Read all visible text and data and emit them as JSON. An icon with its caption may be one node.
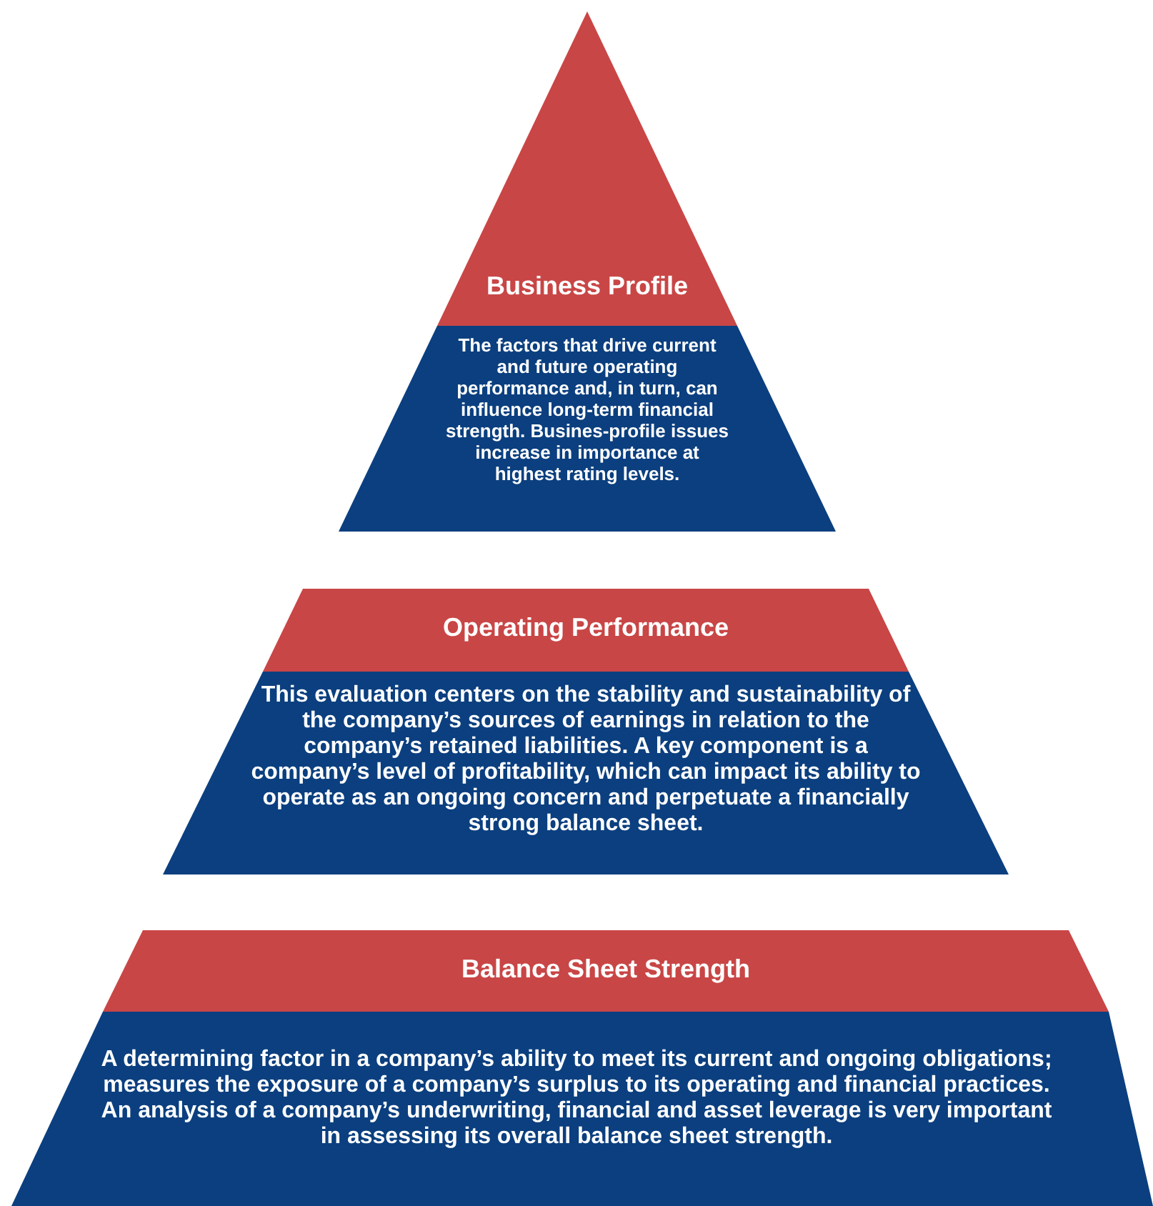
{
  "diagram": {
    "nodes": [
      {
        "text": [
          "Business Profile",
          "The factors that drive current and future operating performance and, in turn, can influence long-term financial strength. Busines-profile issues increase in importance at highest rating levels."
        ]
      },
      {
        "text": [
          "Operating Performance",
          "This evaluation centers on the stability and sustainability of the company’s sources of earnings in relation to the company’s retained liabilities. A key component is a company’s level of profitability, which can impact its ability  to operate as an ongoing concern and perpetuate a financially strong balance sheet."
        ]
      },
      {
        "text": [
          "Balance Sheet Strength",
          "A determining factor in a company’s ability to meet its current and ongoing obligations; measures the exposure of a company’s surplus to its operating and financial practices. An analysis of a company’s underwriting, financial and asset leverage is very important in assessing its overall balance sheet strength."
        ]
      }
    ]
  }
}
